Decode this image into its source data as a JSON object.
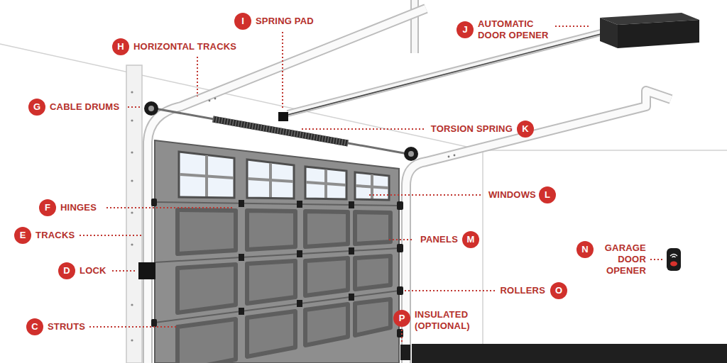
{
  "diagram": {
    "labels": [
      "I",
      "SPRING PAD",
      "J",
      "AUTOMATIC DOOR OPENER",
      "H",
      "HORIZONTAL TRACKS",
      "G",
      "CABLE DRUMS",
      "TORSION SPRING",
      "K",
      "F",
      "HINGES",
      "WINDOWS",
      "L",
      "E",
      "TRACKS",
      "PANELS",
      "M",
      "N",
      "GARAGE DOOR OPENER",
      "D",
      "LOCK",
      "ROLLERS",
      "O",
      "C",
      "STRUTS",
      "P",
      "INSULATED (OPTIONAL)"
    ]
  }
}
